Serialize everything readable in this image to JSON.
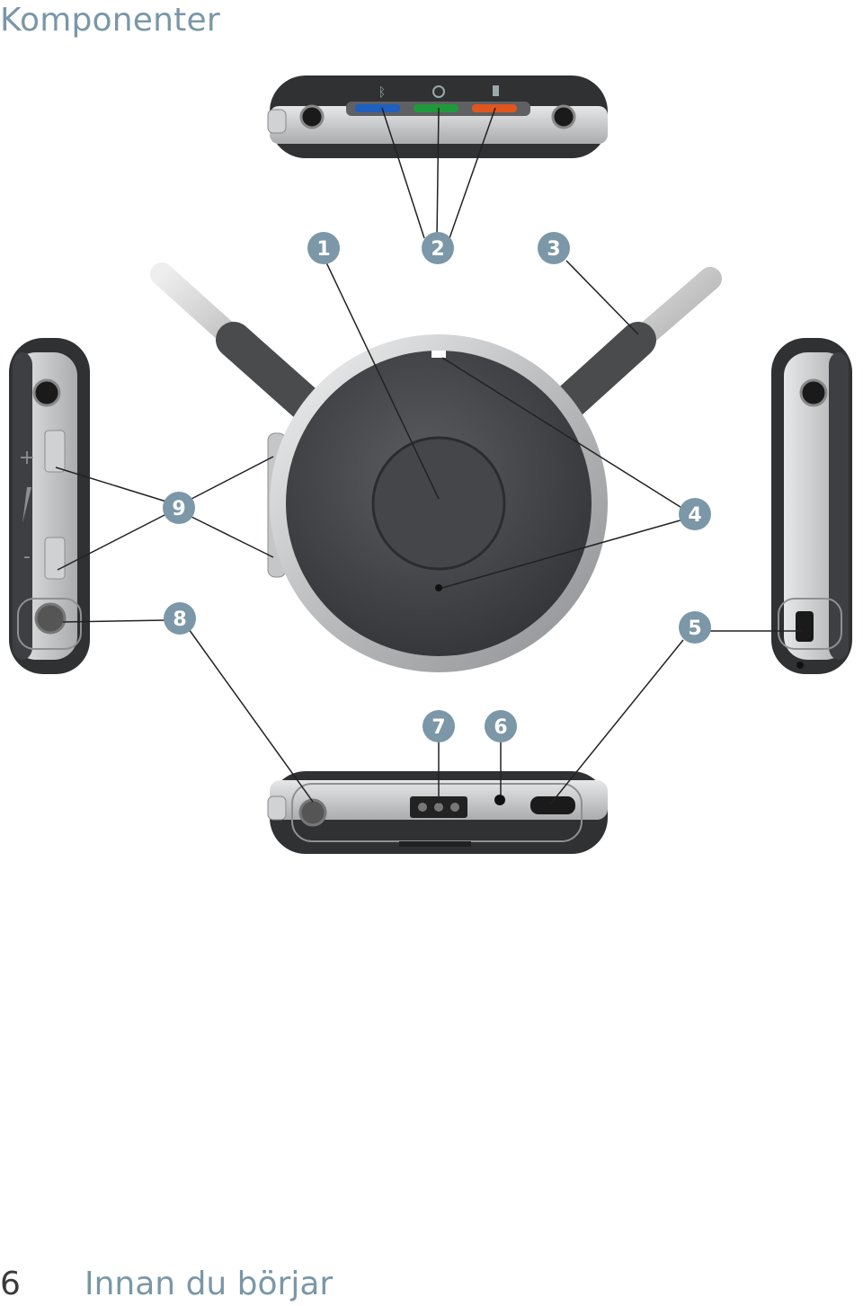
{
  "header": {
    "title": "Komponenter"
  },
  "callouts": [
    {
      "number": "1"
    },
    {
      "number": "2"
    },
    {
      "number": "3"
    },
    {
      "number": "4"
    },
    {
      "number": "5"
    },
    {
      "number": "6"
    },
    {
      "number": "7"
    },
    {
      "number": "8"
    },
    {
      "number": "9"
    }
  ],
  "side_labels": {
    "plus": "+",
    "minus": "-"
  },
  "colors": {
    "callout_fill": "#7b97a8",
    "led_blue": "#1f5fbf",
    "led_green": "#1f9a3a",
    "led_orange": "#e0561e",
    "body_dark": "#3d3f42",
    "body_silver": "#c9cbcd"
  },
  "footer": {
    "page_number": "6",
    "section_title": "Innan du börjar"
  }
}
